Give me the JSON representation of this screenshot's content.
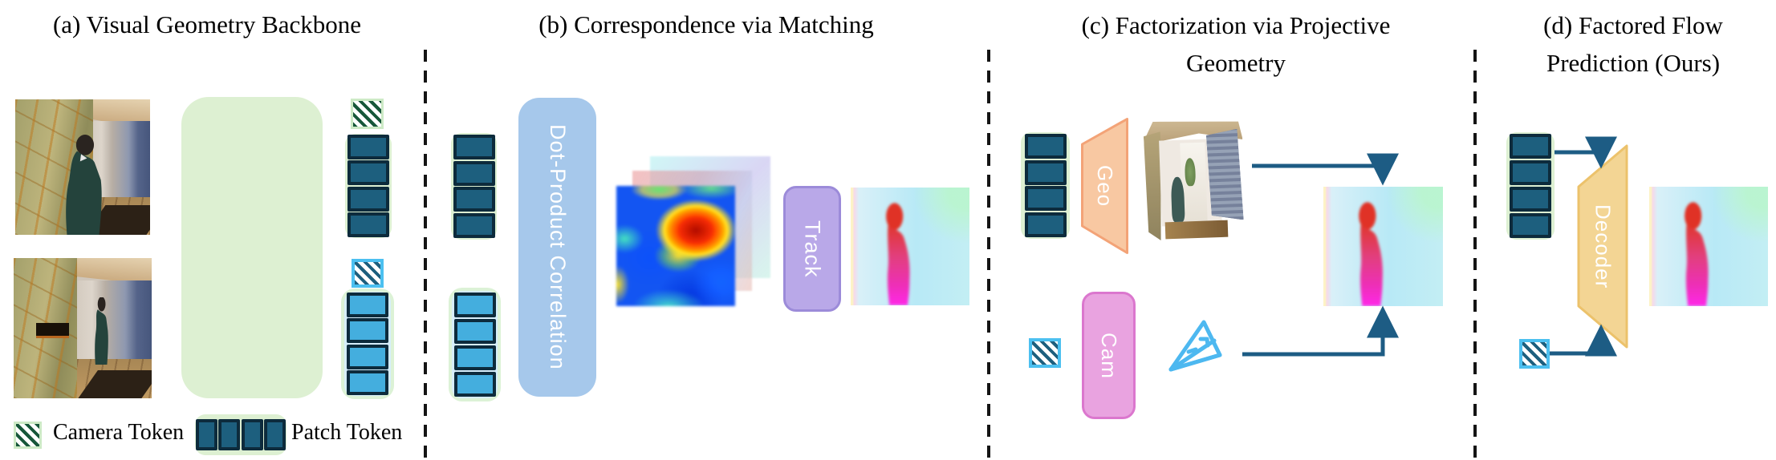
{
  "figure": {
    "panel_a": {
      "title": "(a) Visual Geometry Backbone"
    },
    "panel_b": {
      "title": "(b) Correspondence via Matching",
      "correlation_label": "Dot-Product Correlation",
      "track_label": "Track"
    },
    "panel_c": {
      "title_line1": "(c) Factorization via Projective",
      "title_line2": "Geometry",
      "geo_label": "Geo",
      "cam_label": "Cam"
    },
    "panel_d": {
      "title_line1": "(d) Factored Flow",
      "title_line2": "Prediction (Ours)",
      "decoder_label": "Decoder"
    },
    "legend": {
      "camera_token_label": "Camera Token",
      "patch_token_label": "Patch Token"
    },
    "colors": {
      "patch_token_dark": "#1d5f7e",
      "patch_token_light": "#44aede",
      "token_border": "#0d2b3c",
      "container_green": "#ddf0d2",
      "container_blue": "#d6eefb",
      "camera_hatch_green": "#17573a",
      "camera_hatch_blue": "#1d5f7e",
      "camera_hatch_blue_border": "#4cc0f0",
      "correlation_fill": "#a6c8eb",
      "track_fill": "#b9a8e8",
      "track_border": "#9c8bd9",
      "geo_fill": "#f8c8a2",
      "geo_border": "#f3a377",
      "cam_fill": "#e9a3e0",
      "cam_border": "#db77ce",
      "decoder_fill": "#f3d594",
      "decoder_border": "#ecc26b",
      "arrow": "#1d5c84"
    }
  }
}
